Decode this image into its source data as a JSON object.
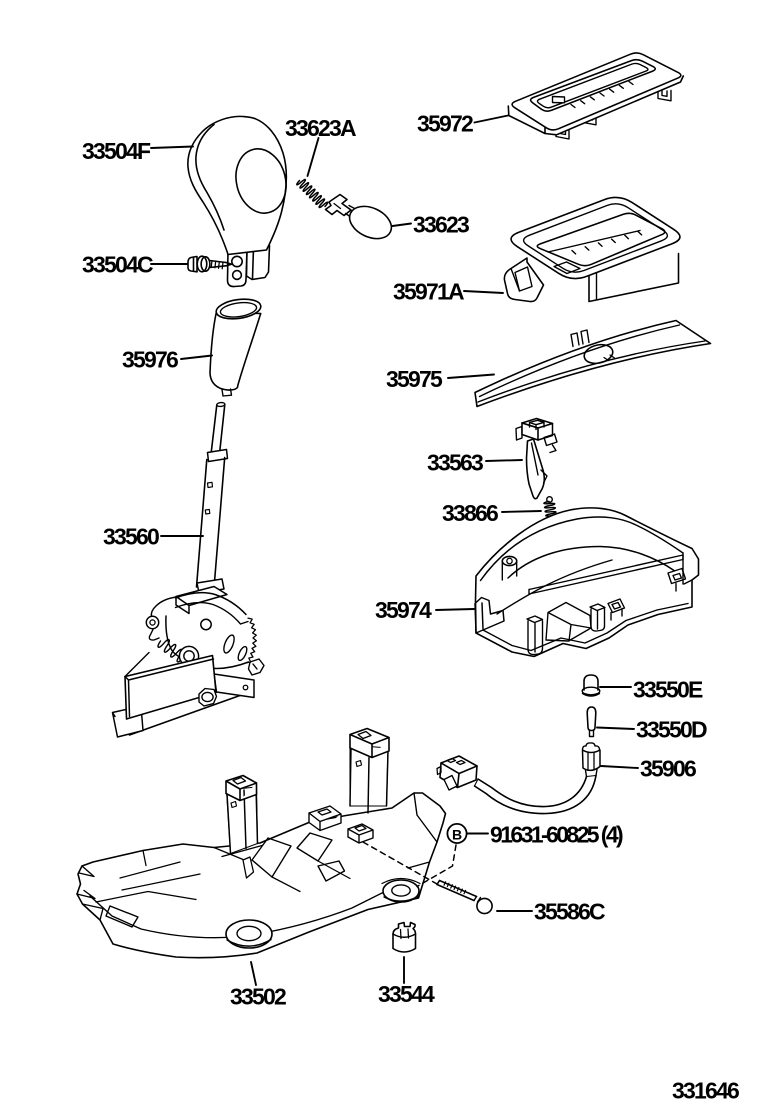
{
  "figure": {
    "number": "331646"
  },
  "style": {
    "background": "#ffffff",
    "line_color": "#000000",
    "label_color": "#000000"
  },
  "bolt_symbol": {
    "letter": "B"
  },
  "callouts": [
    {
      "part": "33504F"
    },
    {
      "part": "33623A"
    },
    {
      "part": "35972"
    },
    {
      "part": "33623"
    },
    {
      "part": "33504C"
    },
    {
      "part": "35971A"
    },
    {
      "part": "35976"
    },
    {
      "part": "35975"
    },
    {
      "part": "33563"
    },
    {
      "part": "33866"
    },
    {
      "part": "33560"
    },
    {
      "part": "35974"
    },
    {
      "part": "33550E"
    },
    {
      "part": "33550D"
    },
    {
      "part": "35906"
    },
    {
      "part": "91631-60825 (4)"
    },
    {
      "part": "35586C"
    },
    {
      "part": "33502"
    },
    {
      "part": "33544"
    }
  ]
}
